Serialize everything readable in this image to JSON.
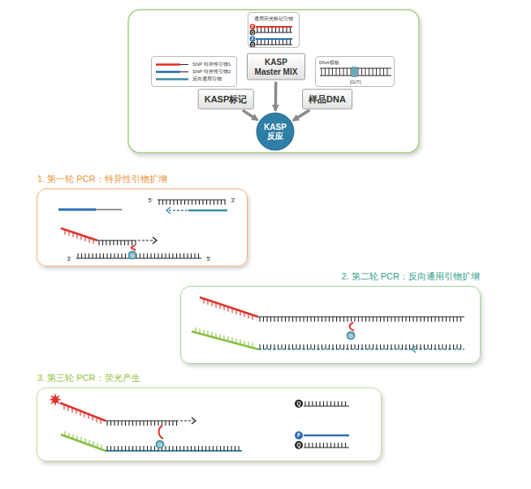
{
  "diagram": {
    "nodes": [
      {
        "text": [
          "KASP标记"
        ]
      },
      {
        "text": [
          "KASP Master MIX"
        ]
      },
      {
        "text": [
          "样品DNA"
        ]
      },
      {
        "text": [
          "KASP 反应"
        ]
      },
      {
        "text": [
          "SNP 特异性引物1",
          "SNP 特异性引物2",
          "反向通用引物"
        ]
      },
      {
        "text": [
          "通用荧光标记引物"
        ]
      },
      {
        "text": [
          "DNA模板",
          "[G/T]"
        ]
      },
      {
        "text": [
          "1. 第一轮 PCR：特异性引物扩增"
        ]
      },
      {
        "text": [
          "2. 第二轮 PCR：反向通用引物扩增"
        ]
      },
      {
        "text": [
          "3. 第三轮 PCR：荧光产生"
        ]
      }
    ],
    "edges": [
      {
        "from": 0,
        "to": 3,
        "arrow": "to"
      },
      {
        "from": 1,
        "to": 3,
        "arrow": "to"
      },
      {
        "from": 2,
        "to": 3,
        "arrow": "to"
      }
    ],
    "labels": [
      "F",
      "Q",
      "F",
      "Q",
      "5'",
      "3'",
      "G",
      "3'",
      "5'",
      "G",
      "G",
      "Q",
      "F",
      "Q"
    ]
  }
}
